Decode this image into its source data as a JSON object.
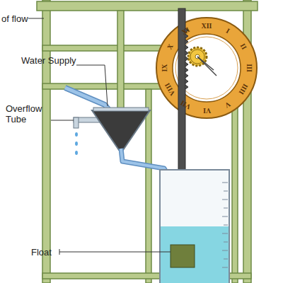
{
  "diagram": {
    "labels": [
      "of flow",
      "Water Supply",
      "Overflow Tube",
      "Float",
      "XII",
      "I",
      "II",
      "III",
      "IIII",
      "V",
      "VI",
      "VII",
      "VIII",
      "IX",
      "X",
      "XI"
    ]
  }
}
